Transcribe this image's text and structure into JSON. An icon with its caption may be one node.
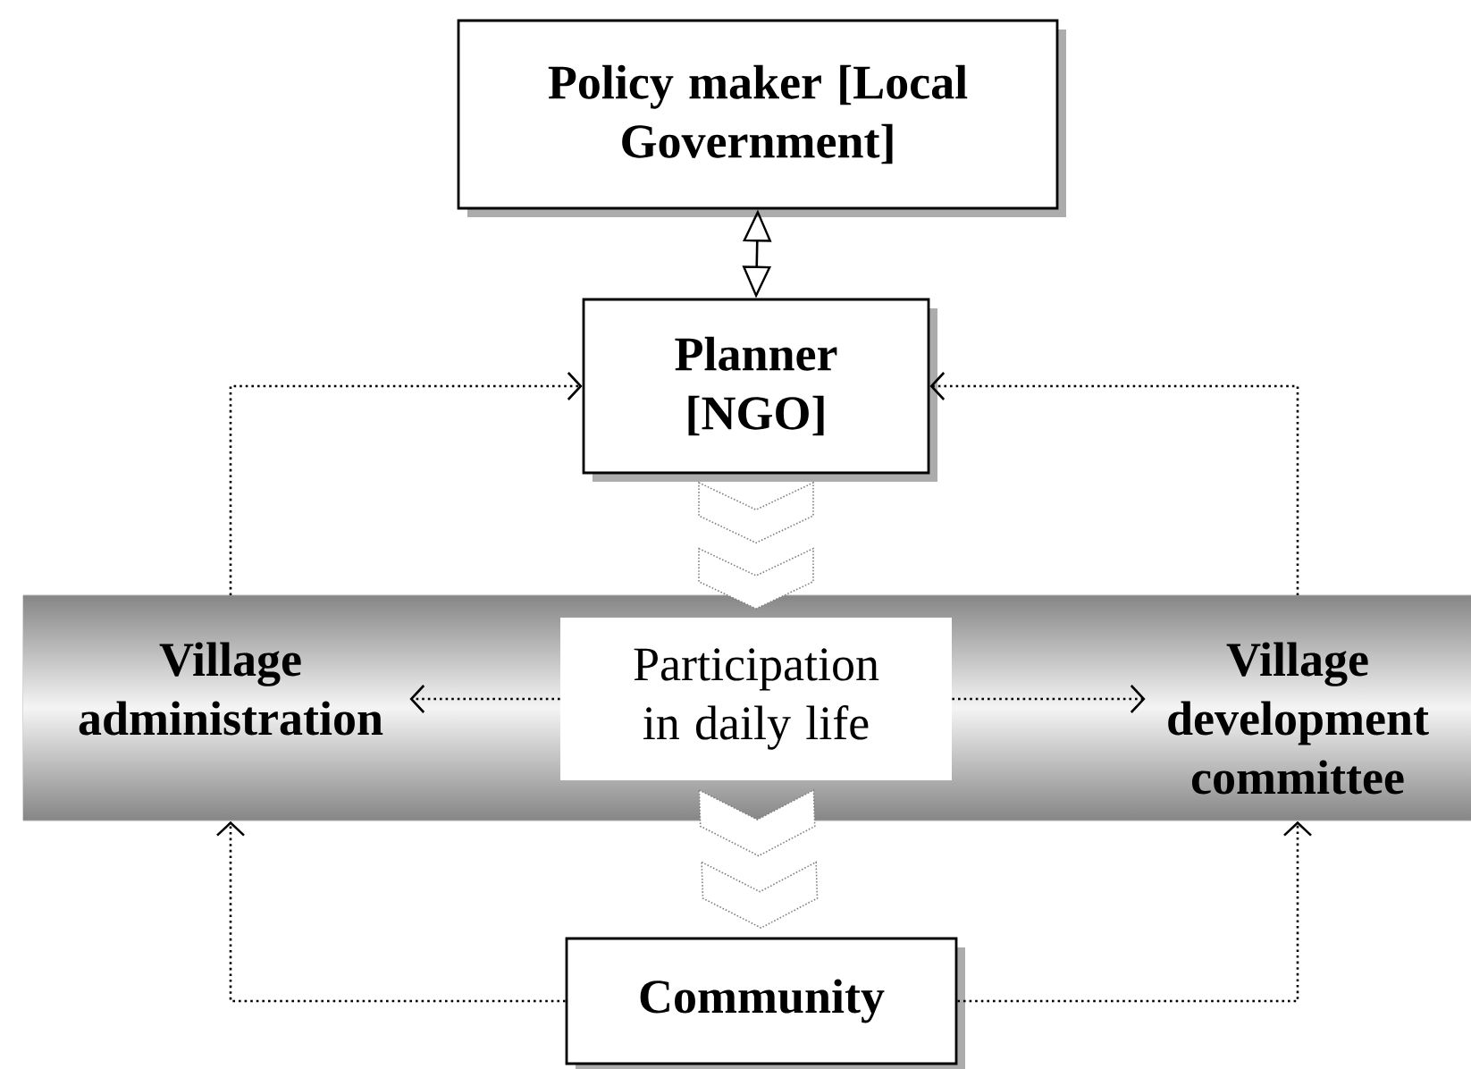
{
  "diagram": {
    "nodes": [
      {
        "text": [
          "Policy maker [Local Government]"
        ]
      },
      {
        "text": [
          "Planner [NGO]"
        ]
      },
      {
        "text": [],
        "shape": "bar"
      },
      {
        "text": [
          "Village administration"
        ],
        "in": 2
      },
      {
        "text": [
          "Participation in daily life"
        ],
        "in": 2
      },
      {
        "text": [
          "Village development committee"
        ],
        "in": 2
      },
      {
        "text": [
          "Community"
        ]
      }
    ],
    "edges": [
      {
        "from": 0,
        "to": 1,
        "arrow": "both"
      },
      {
        "from": 3,
        "to": 1,
        "arrow": "to",
        "style": "dashed"
      },
      {
        "from": 5,
        "to": 1,
        "arrow": "to",
        "style": "dashed"
      },
      {
        "from": 1,
        "to": 4,
        "arrow": "to",
        "style": "dashed"
      },
      {
        "from": 4,
        "to": 6,
        "arrow": "to",
        "style": "dashed"
      },
      {
        "from": 4,
        "to": 3,
        "arrow": "to",
        "style": "dashed"
      },
      {
        "from": 4,
        "to": 5,
        "arrow": "to",
        "style": "dashed"
      },
      {
        "from": 6,
        "to": 3,
        "arrow": "to",
        "style": "dashed"
      },
      {
        "from": 6,
        "to": 5,
        "arrow": "to",
        "style": "dashed"
      }
    ]
  }
}
